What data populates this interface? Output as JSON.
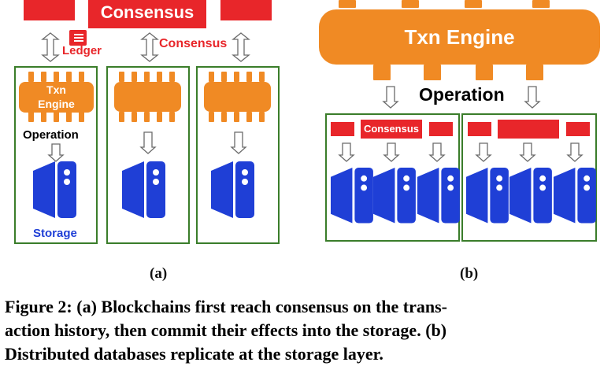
{
  "panel_a": {
    "consensus_label": "Consensus",
    "ledger_label": "Ledger",
    "consensus_small_label": "Consensus",
    "engine_label_line1": "Txn",
    "engine_label_line2": "Engine",
    "operation_label": "Operation",
    "storage_label": "Storage",
    "subcaption": "(a)"
  },
  "panel_b": {
    "engine_label": "Txn Engine",
    "operation_label": "Operation",
    "consensus_label": "Consensus",
    "subcaption": "(b)"
  },
  "figure_caption": {
    "line1": "Figure 2: (a) Blockchains first reach consensus on the trans-",
    "line2": "action history, then commit their effects into the storage. (b)",
    "line3": "Distributed databases replicate at the storage layer."
  },
  "colors": {
    "consensus_red": "#e8262a",
    "engine_orange": "#f08a24",
    "storage_blue": "#1f3fd6",
    "node_border_green": "#3a7d2a"
  }
}
